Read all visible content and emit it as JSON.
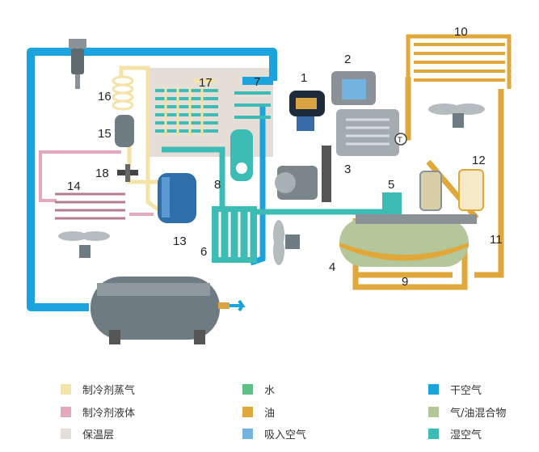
{
  "component_numbers": [
    "1",
    "2",
    "3",
    "4",
    "5",
    "6",
    "7",
    "8",
    "9",
    "10",
    "11",
    "12",
    "13",
    "14",
    "15",
    "16",
    "17",
    "18"
  ],
  "legend": [
    {
      "label": "制冷剂蒸气",
      "color": "#f4e3a6"
    },
    {
      "label": "水",
      "color": "#5fbf87"
    },
    {
      "label": "干空气",
      "color": "#1ba3dd"
    },
    {
      "label": "制冷剂液体",
      "color": "#e2a8be"
    },
    {
      "label": "油",
      "color": "#e0a73a"
    },
    {
      "label": "气/油混合物",
      "color": "#b3c79a"
    },
    {
      "label": "保温层",
      "color": "#e6ddd6"
    },
    {
      "label": "吸入空气",
      "color": "#74b3e0"
    },
    {
      "label": "湿空气",
      "color": "#3dbbb5"
    }
  ],
  "colors": {
    "dry_air": "#1ba3dd",
    "wet_air": "#3dbbb5",
    "oil": "#e0a73a",
    "refrigerant_vapor": "#f4e3a6",
    "refrigerant_liquid": "#e2a8be",
    "insulation": "#e6ddd6",
    "intake_air": "#74b3e0",
    "water": "#5fbf87",
    "gas_oil_mix": "#b3c79a",
    "tank": "#6f7b82"
  },
  "icons": [
    "air-filter-icon",
    "fan-icon",
    "motor-icon",
    "thermostat-icon",
    "air-receiver-tank-icon",
    "valve-icon"
  ]
}
